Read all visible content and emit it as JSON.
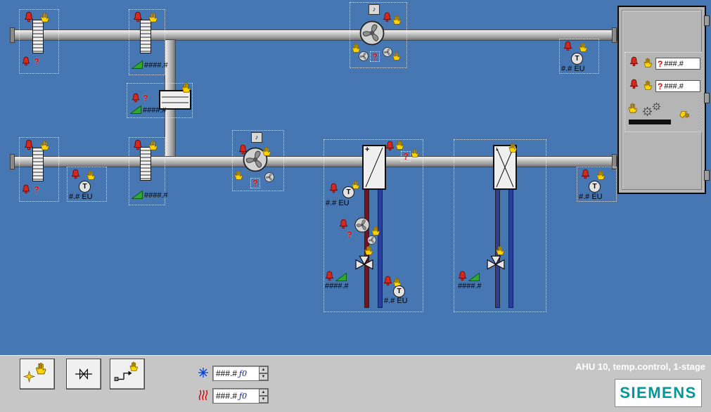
{
  "header": {
    "title": "AHU 10, temp.control, 1-stage"
  },
  "brand": {
    "name": "SIEMENS"
  },
  "glyphs": {
    "question_mark": "?",
    "sensor_letter": "T",
    "music_note": "♪",
    "plus_sign": "+",
    "minus_sign": "-",
    "spin_up": "▲",
    "spin_down": "▼"
  },
  "values": {
    "damper_top": "####.#",
    "recovery_unit": "####.#",
    "damper_bottom": "####.#",
    "temp_top_right": "#.# EU",
    "temp_mid_left": "#.# EU",
    "temp_heating_in": "#.# EU",
    "temp_heating_out": "#.# EU",
    "temp_mid_right": "#.# EU",
    "heating_valve": "####.#",
    "cooling_valve": "####.#",
    "cabinet_value_1": "###.#",
    "cabinet_value_2": "###.#"
  },
  "toolbar": {
    "cooling_setpoint": "###.#",
    "heating_setpoint": "###.#",
    "value_suffix": "ƒ0"
  },
  "colors": {
    "background": "#4677B2",
    "duct_gray": "#B9B9B9",
    "hot_pipe": "#7A1028",
    "cold_pipe": "#2B3E9E",
    "alarm_red": "#D42A1E",
    "hand_yellow": "#FFD400",
    "ramp_green": "#2FA832",
    "brand_teal": "#009999"
  }
}
